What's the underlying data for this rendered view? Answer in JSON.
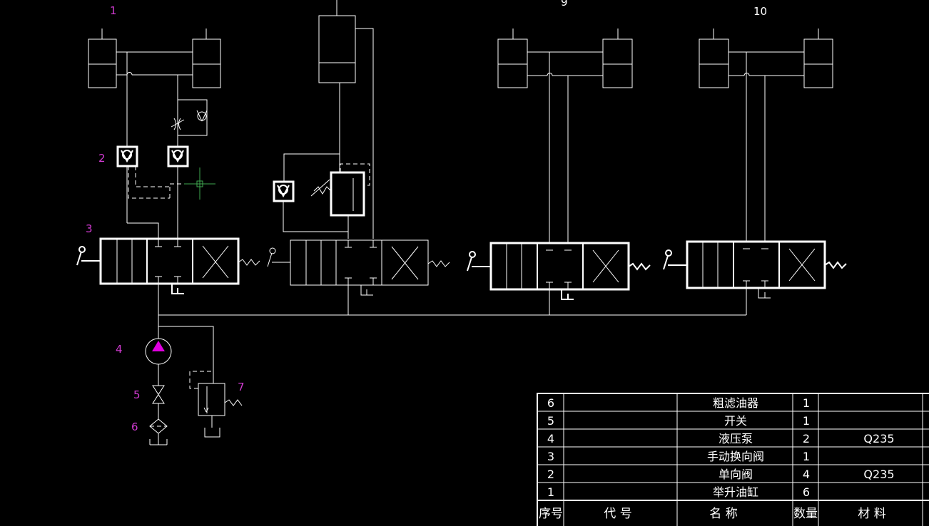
{
  "labels": {
    "cylinder_group_1": "1",
    "check_valves": "2",
    "directional_valve": "3",
    "pump": "4",
    "switch": "5",
    "filter": "6",
    "relief_valve": "7",
    "cylinder_group_9": "9",
    "cylinder_group_10": "10"
  },
  "parts_table": {
    "headers": {
      "index": "序号",
      "code": "代 号",
      "name": "名 称",
      "qty": "数量",
      "material": "材 料"
    },
    "rows": [
      {
        "index": "6",
        "code": "",
        "name": "粗滤油器",
        "qty": "1",
        "material": ""
      },
      {
        "index": "5",
        "code": "",
        "name": "开关",
        "qty": "1",
        "material": ""
      },
      {
        "index": "4",
        "code": "",
        "name": "液压泵",
        "qty": "2",
        "material": "Q235"
      },
      {
        "index": "3",
        "code": "",
        "name": "手动换向阀",
        "qty": "1",
        "material": ""
      },
      {
        "index": "2",
        "code": "",
        "name": "单向阀",
        "qty": "4",
        "material": "Q235"
      },
      {
        "index": "1",
        "code": "",
        "name": "举升油缸",
        "qty": "6",
        "material": ""
      }
    ]
  },
  "colors": {
    "background": "#000000",
    "line": "#ffffff",
    "label_magenta": "#d23bd2",
    "cursor_green": "#3fa84f"
  }
}
